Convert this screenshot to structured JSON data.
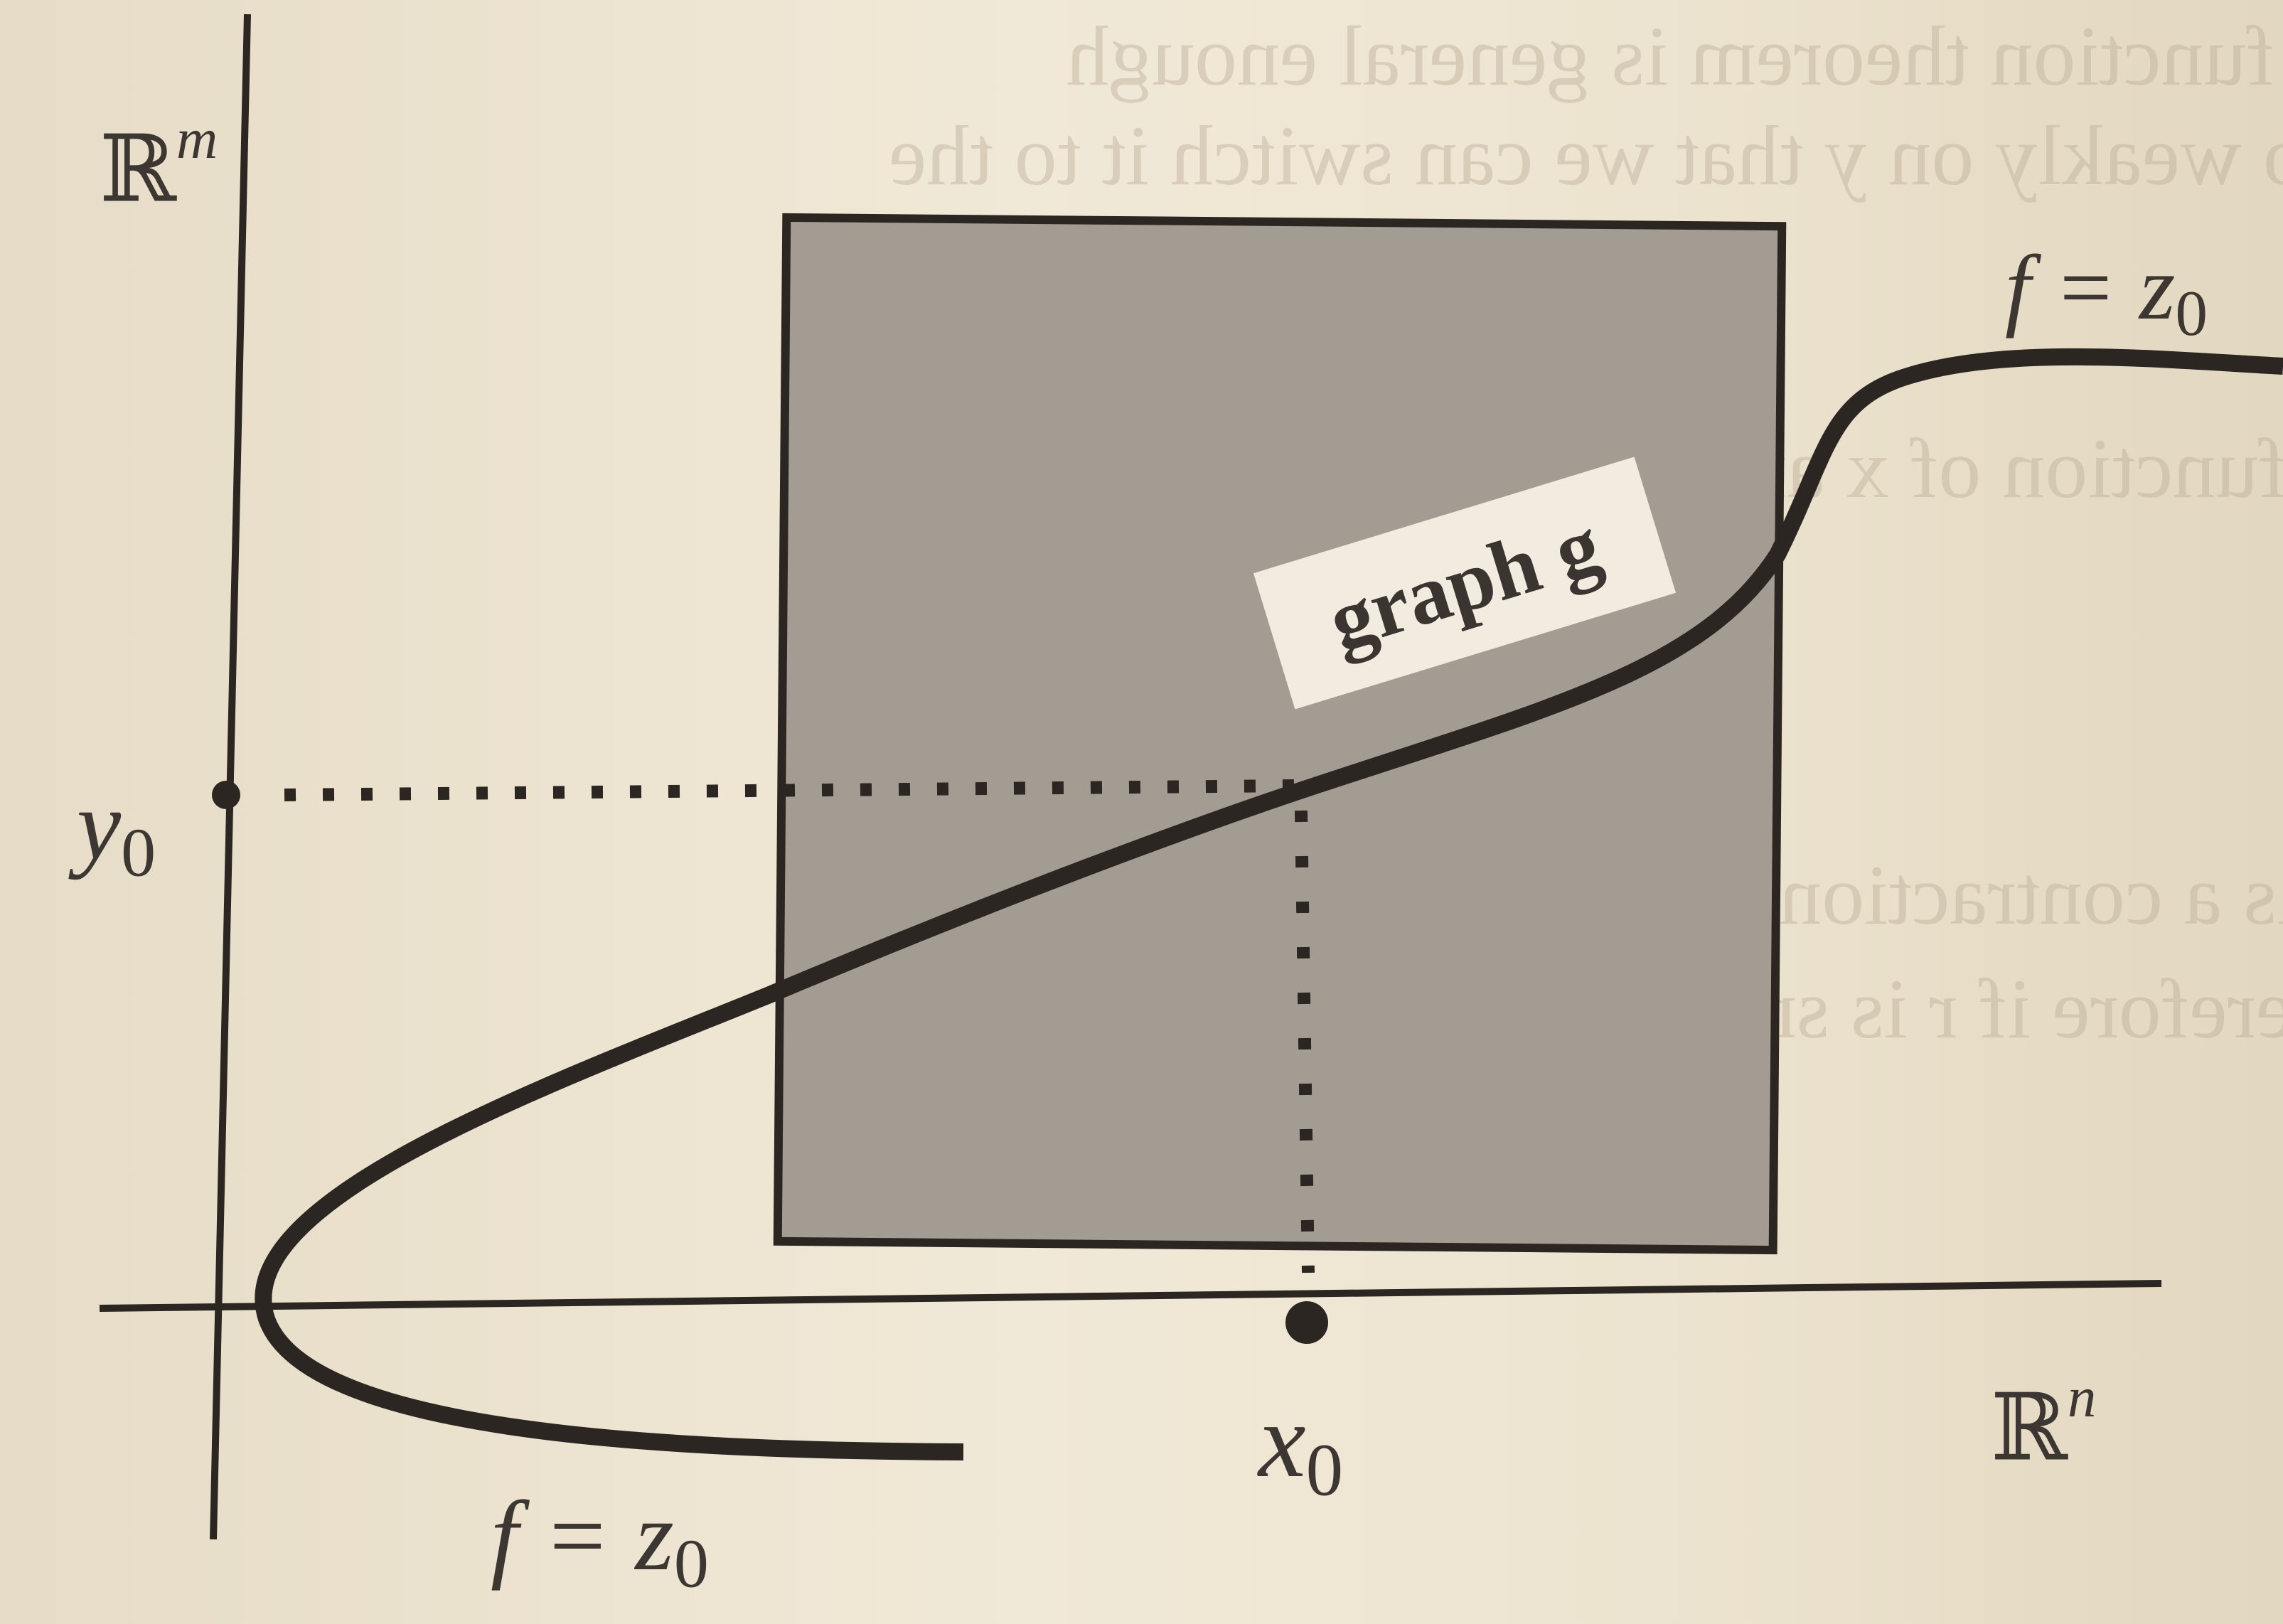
{
  "labels": {
    "y_axis_space": "ℝ",
    "y_axis_exp": "m",
    "x_axis_space": "ℝ",
    "x_axis_exp": "n",
    "y0_name": "y",
    "y0_sub": "0",
    "x0_name": "x",
    "x0_sub": "0",
    "level_set_top": "f = z",
    "level_set_top_sub": "0",
    "level_set_bottom": "f = z",
    "level_set_bottom_sub": "0",
    "graph_label": "graph g"
  },
  "colors": {
    "ink": "#2b2622",
    "shaded_box": "#a39c93",
    "paper": "#ece3cf"
  }
}
